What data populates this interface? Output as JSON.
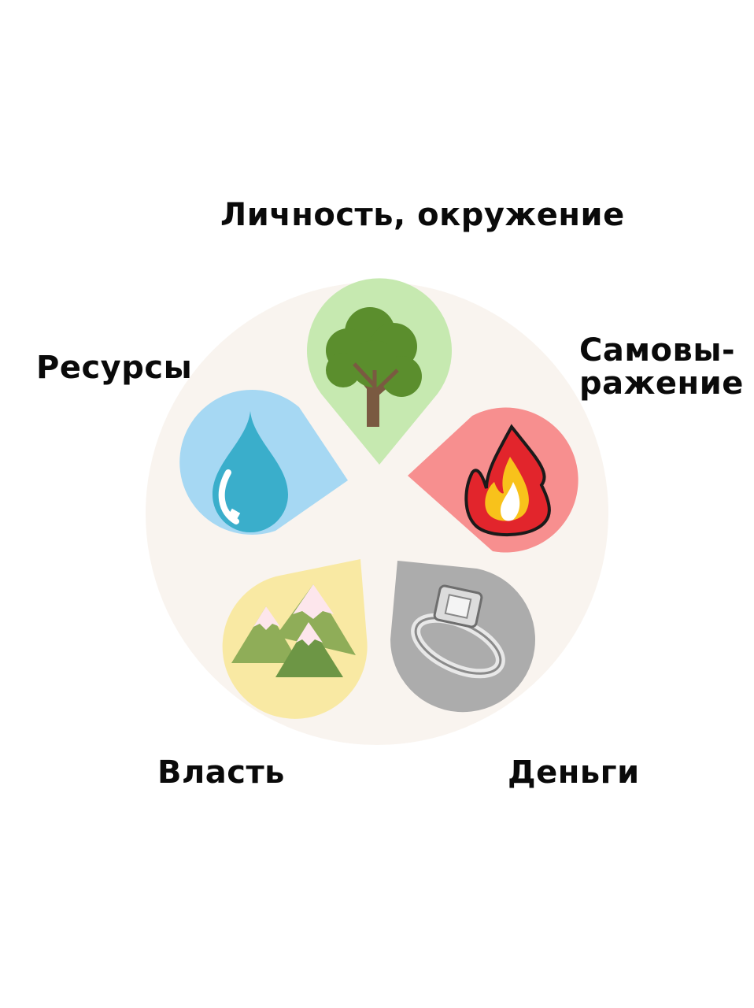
{
  "labels": {
    "top": "Личность, окружение",
    "left": "Ресурсы",
    "right_line1": "Самовы-",
    "right_line2": "ражение",
    "bottom_left": "Власть",
    "bottom_right": "Деньги"
  },
  "colors": {
    "background_circle": "#f9f4ef",
    "tree_petal": "#c6e9b0",
    "water_petal": "#a6d8f3",
    "fire_petal": "#f78f8f",
    "mountain_petal": "#f9e9a3",
    "ring_petal": "#acacac"
  },
  "icons": [
    "tree-icon",
    "water-drop-icon",
    "fire-icon",
    "mountains-icon",
    "ring-icon"
  ]
}
